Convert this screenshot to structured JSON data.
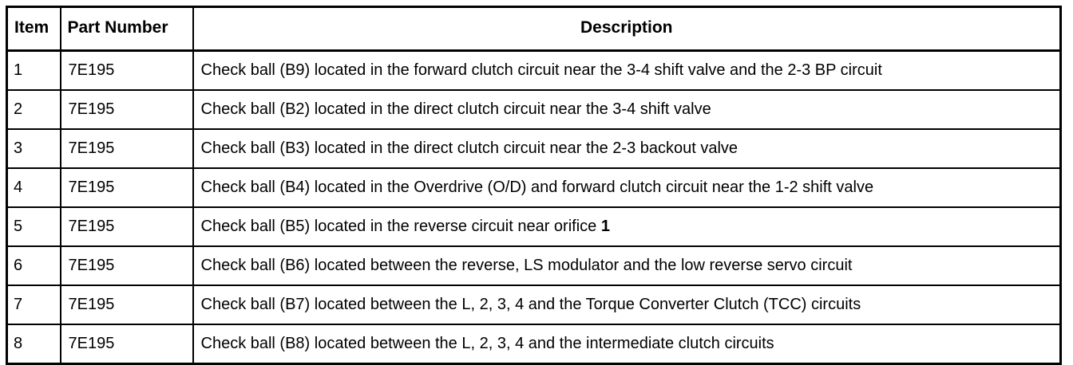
{
  "table": {
    "columns": [
      {
        "key": "item",
        "label": "Item"
      },
      {
        "key": "part_number",
        "label": "Part Number"
      },
      {
        "key": "description",
        "label": "Description"
      }
    ],
    "rows": [
      {
        "item": "1",
        "part_number": "7E195",
        "description": "Check ball (B9) located in the forward clutch circuit near the 3-4 shift valve and the 2-3 BP circuit"
      },
      {
        "item": "2",
        "part_number": "7E195",
        "description": "Check ball (B2) located in the direct clutch circuit near the 3-4 shift valve"
      },
      {
        "item": "3",
        "part_number": "7E195",
        "description": "Check ball (B3) located in the direct clutch circuit near the 2-3 backout valve"
      },
      {
        "item": "4",
        "part_number": "7E195",
        "description": "Check ball (B4) located in the Overdrive (O/D) and forward clutch circuit near the 1-2 shift valve"
      },
      {
        "item": "5",
        "part_number": "7E195",
        "description_prefix": "Check ball (B5) located in the reverse circuit near orifice ",
        "description_emphasis": "1",
        "description": "Check ball (B5) located in the reverse circuit near orifice 1"
      },
      {
        "item": "6",
        "part_number": "7E195",
        "description": "Check ball (B6) located between the reverse, LS modulator and the low reverse servo circuit"
      },
      {
        "item": "7",
        "part_number": "7E195",
        "description": "Check ball (B7) located between the L, 2, 3, 4 and the Torque Converter Clutch (TCC) circuits"
      },
      {
        "item": "8",
        "part_number": "7E195",
        "description": "Check ball (B8) located between the L, 2, 3, 4 and the intermediate clutch circuits"
      }
    ]
  },
  "style": {
    "text_color": "#000000",
    "background_color": "#ffffff",
    "border_color": "#000000"
  }
}
